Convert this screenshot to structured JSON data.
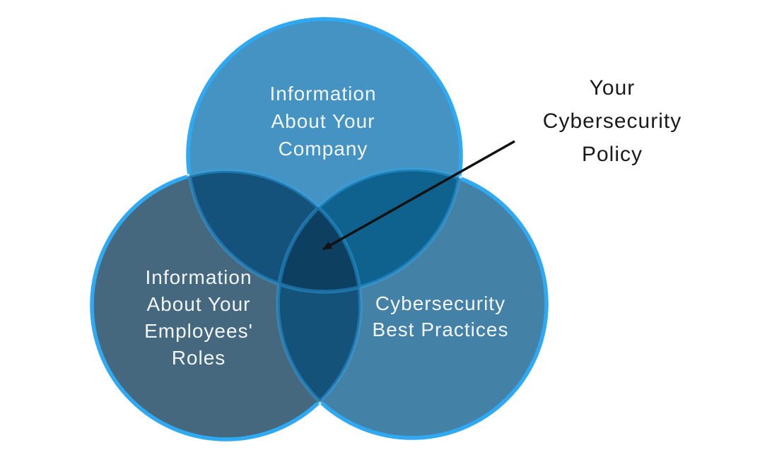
{
  "venn": {
    "background": "#FFFFFF",
    "border_color": "#2FA9F2",
    "label_text_color": "#F2F6F8",
    "circles": {
      "top": {
        "label": "Information About Your Company",
        "lines": [
          "Information",
          "About Your",
          "Company"
        ],
        "fill": "#4493C3"
      },
      "left": {
        "label": "Information About Your Employees' Roles",
        "lines": [
          "Information",
          "About Your",
          "Employees'",
          "Roles"
        ],
        "fill": "#45687F"
      },
      "right": {
        "label": "Cybersecurity Best Practices",
        "lines": [
          "Cybersecurity",
          "Best Practices"
        ],
        "fill": "#4481A6"
      }
    },
    "overlaps": {
      "top_left": "#15527B",
      "top_right": "#0F618E",
      "left_right": "#14527A",
      "center": "#0D3F60"
    },
    "annotation": {
      "text": "Your Cybersecurity Policy",
      "lines": [
        "Your",
        "Cybersecurity",
        "Policy"
      ],
      "color": "#1A1A1A",
      "points_to": "center-intersection"
    },
    "arrow": {
      "color": "#111111"
    }
  }
}
